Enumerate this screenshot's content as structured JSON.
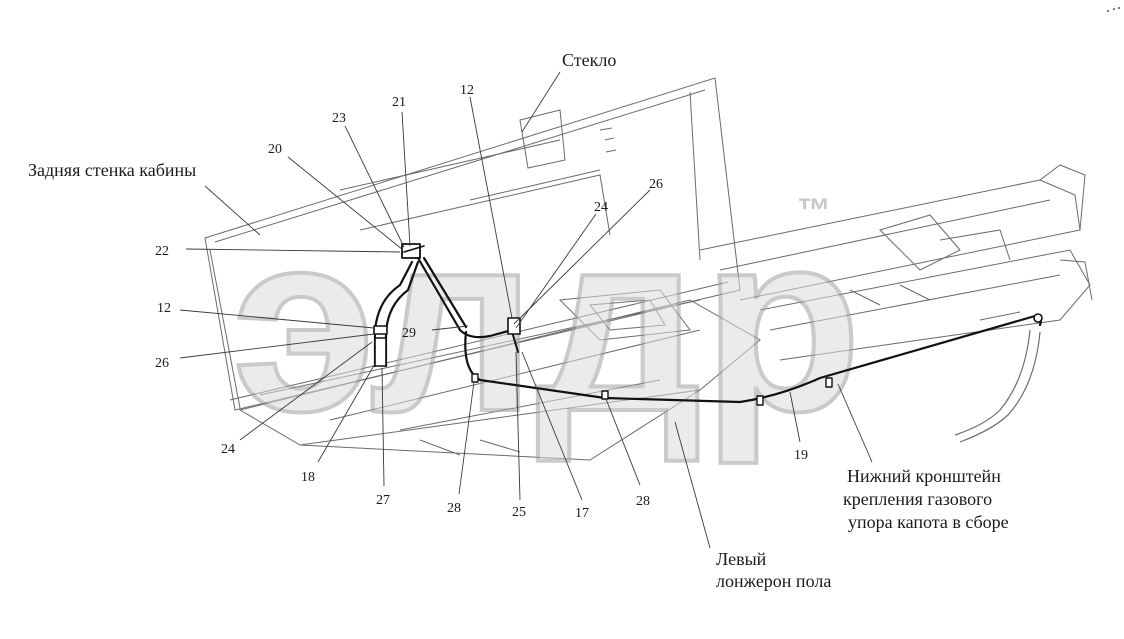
{
  "labels": {
    "glass": "Стекло",
    "cab_rear_wall": "Задняя стенка кабины",
    "left_floor_spar_line1": "Левый",
    "left_floor_spar_line2": "лонжерон пола",
    "bracket_line1": "Нижний кронштейн",
    "bracket_line2": "крепления газового",
    "bracket_line3": "упора капота в сборе"
  },
  "callouts": {
    "c21": "21",
    "c23": "23",
    "c12_top": "12",
    "c20": "20",
    "c26_top": "26",
    "c24_top": "24",
    "c22": "22",
    "c12_left": "12",
    "c29": "29",
    "c26_left": "26",
    "c24_bottom": "24",
    "c18": "18",
    "c27": "27",
    "c28_left": "28",
    "c25": "25",
    "c17": "17",
    "c28_right": "28",
    "c19": "19"
  },
  "watermark": {
    "logo_text": "элдр",
    "trademark": "™"
  },
  "colors": {
    "line": "#3a3a3a",
    "hose": "#111111",
    "watermark_fill": "#dcdcdc",
    "watermark_stroke": "#bdbdbd"
  }
}
